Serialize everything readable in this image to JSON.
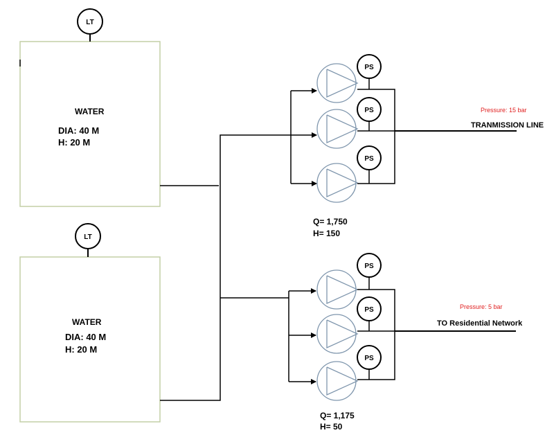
{
  "tanks": [
    {
      "medium": "WATER",
      "dia": "DIA: 40 M",
      "h": "H: 20 M",
      "instrument": "LT"
    },
    {
      "medium": "WATER",
      "dia": "DIA: 40 M",
      "h": "H: 20 M",
      "instrument": "LT"
    }
  ],
  "stations": [
    {
      "switches": [
        "PS",
        "PS",
        "PS"
      ],
      "q": "Q= 1,750",
      "h": "H= 150",
      "pressure": "Pressure: 15 bar",
      "destination": "TRANMISSION LINE"
    },
    {
      "switches": [
        "PS",
        "PS",
        "PS"
      ],
      "q": "Q= 1,175",
      "h": "H= 50",
      "pressure": "Pressure: 5 bar",
      "destination": "TO Residential Network"
    }
  ],
  "colors": {
    "tank_border": "#c3cfa6",
    "pump_outline": "#7f96ad",
    "pressure_text": "#e02020"
  }
}
